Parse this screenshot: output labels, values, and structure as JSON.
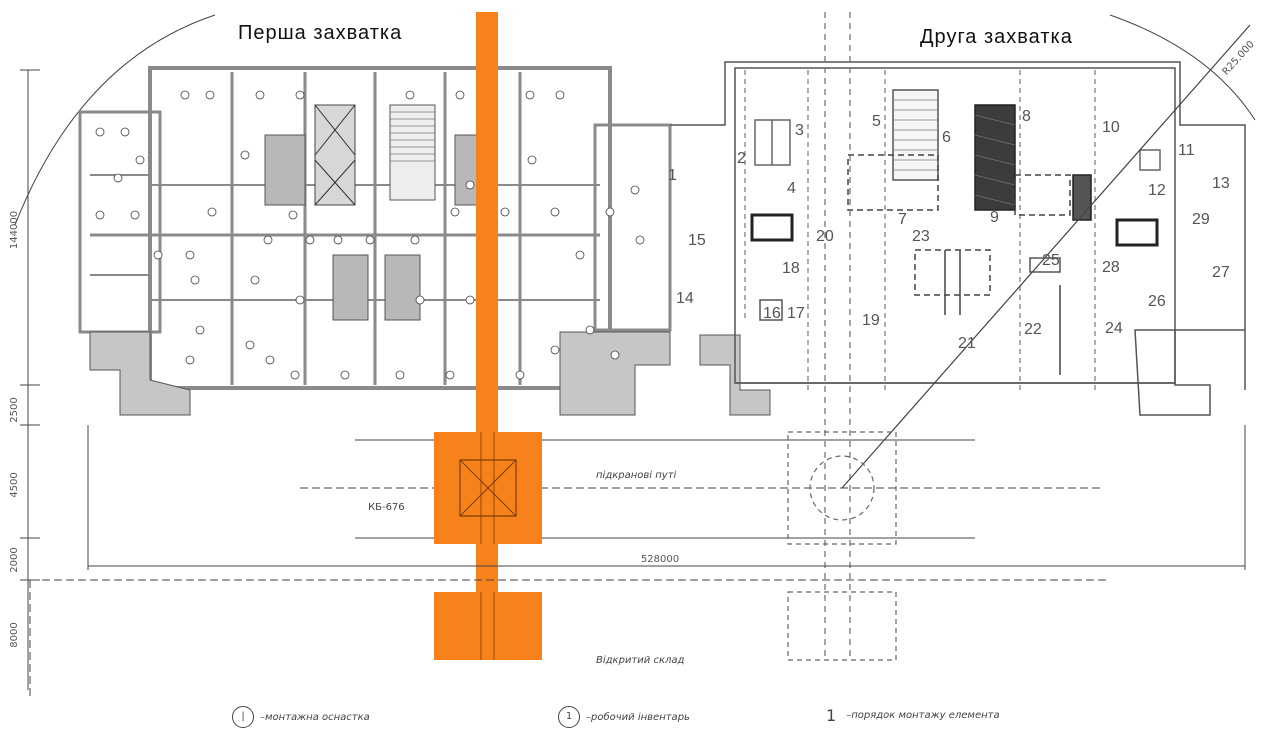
{
  "titles": {
    "first": "Перша  захватка",
    "second": "Друга  захватка"
  },
  "labels": {
    "rails": "підкранові путі",
    "crane": "КБ-676",
    "warehouse": "Відкритий  склад",
    "radius": "R25.000",
    "total_length": "528000"
  },
  "dimensions": {
    "height_main": "144000",
    "d1": "2500",
    "d2": "4500",
    "d3": "2000",
    "d4": "8000"
  },
  "sequence_numbers": [
    "1",
    "2",
    "3",
    "4",
    "5",
    "6",
    "7",
    "8",
    "9",
    "10",
    "11",
    "12",
    "13",
    "14",
    "15",
    "16",
    "17",
    "18",
    "19",
    "20",
    "21",
    "22",
    "23",
    "24",
    "25",
    "26",
    "27",
    "28",
    "29"
  ],
  "legend": {
    "mount_symbol": "|",
    "mount": "–монтажна  оснастка",
    "work_symbol": "1",
    "work": "–робочий  інвентарь",
    "order_symbol": "1",
    "order": "–порядок  монтажу  елемента"
  },
  "colors": {
    "crane": "#f7821b",
    "wall": "#9a9a9a",
    "line": "#333333",
    "fill_grey": "#c8c8c8"
  }
}
